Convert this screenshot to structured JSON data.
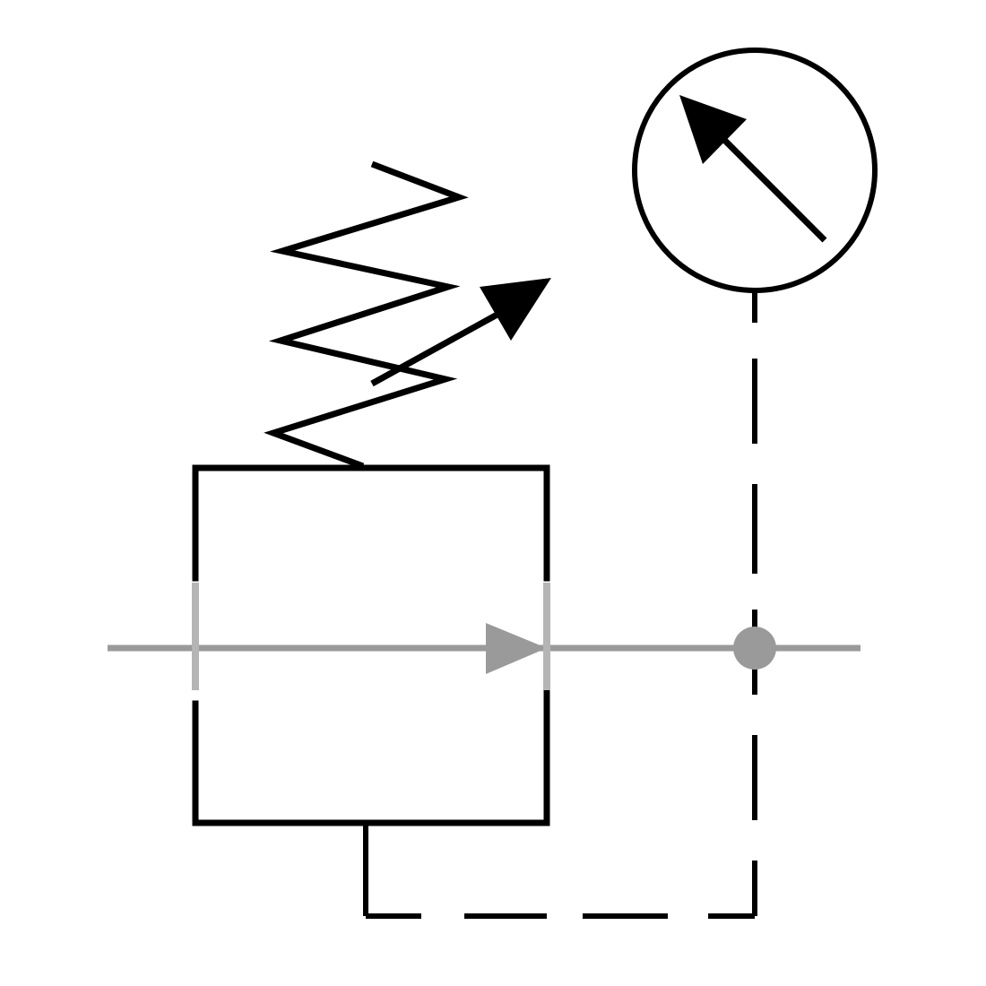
{
  "diagram": {
    "type": "hydraulic-symbol",
    "components": [
      {
        "id": "valve-body",
        "kind": "valve-body"
      },
      {
        "id": "adjustable-spring",
        "kind": "adjustable-spring"
      },
      {
        "id": "pressure-gauge",
        "kind": "pressure-gauge"
      },
      {
        "id": "pilot-line",
        "kind": "dashed-pilot-line"
      },
      {
        "id": "drain-line",
        "kind": "dashed-drain-line"
      },
      {
        "id": "flow-line",
        "kind": "main-flow-line"
      },
      {
        "id": "junction",
        "kind": "connection-dot"
      }
    ],
    "colors": {
      "line": "#000000",
      "flow": "#9a9a9a",
      "background": "#ffffff"
    }
  }
}
